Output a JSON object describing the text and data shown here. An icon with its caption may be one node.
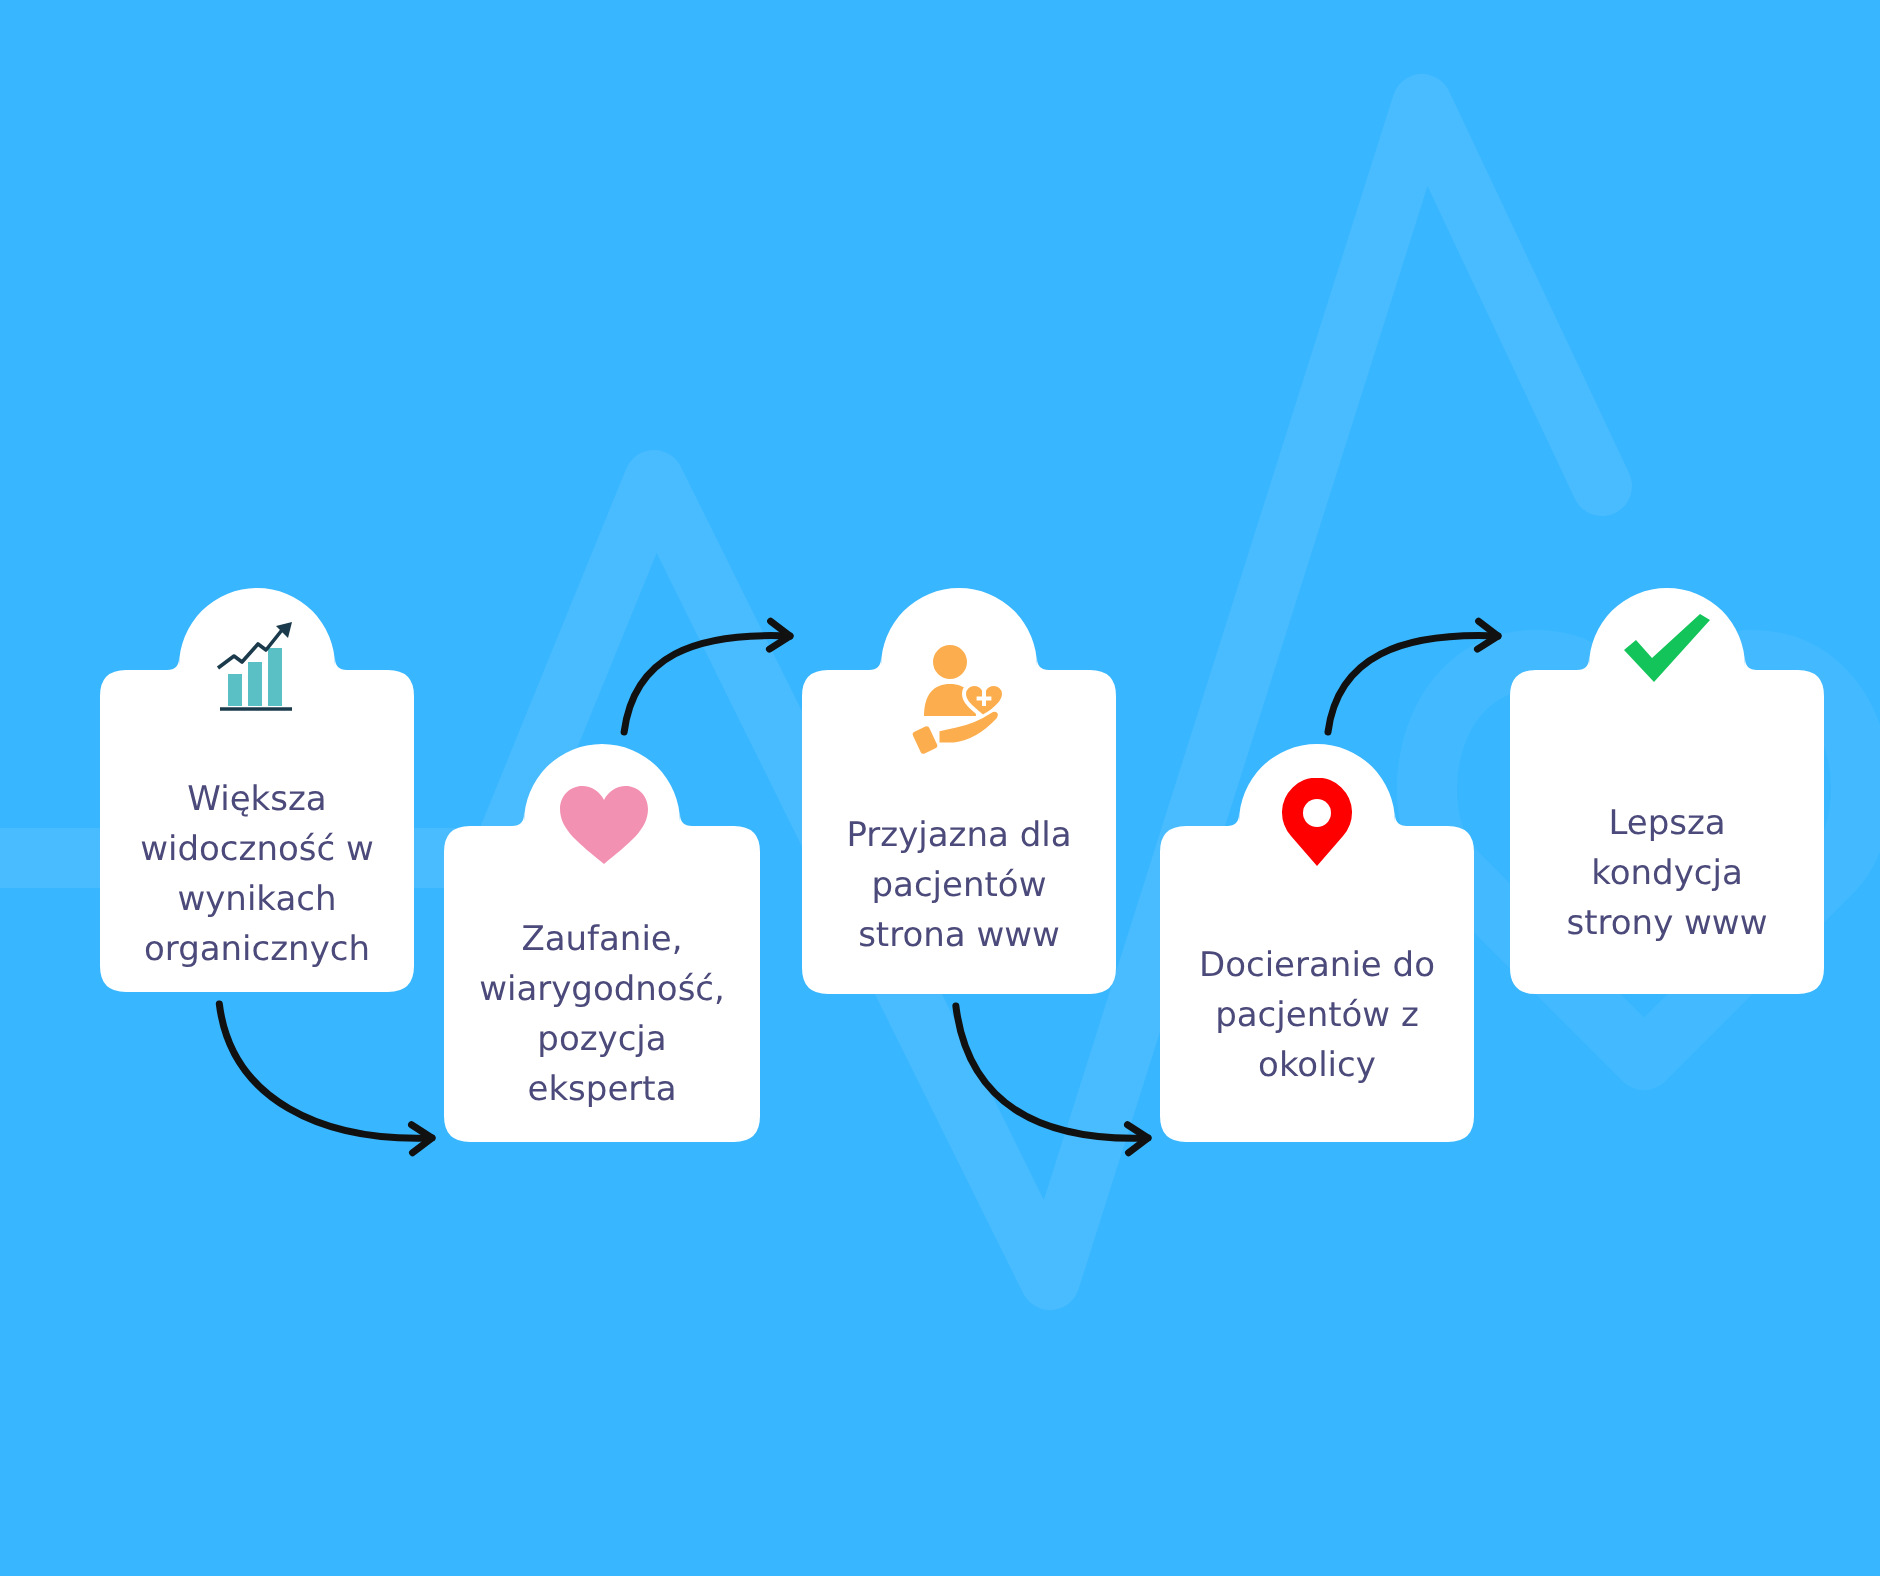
{
  "diagram": {
    "nodes": [
      {
        "text": [
          "Większa widoczność w wynikach organicznych"
        ]
      },
      {
        "text": [
          "Zaufanie, wiarygodność, pozycja eksperta"
        ]
      },
      {
        "text": [
          "Przyjazna dla pacjentów strona www"
        ]
      },
      {
        "text": [
          "Docieranie do pacjentów z okolicy"
        ]
      },
      {
        "text": [
          "Lepsza kondycja strony www"
        ]
      }
    ],
    "edges": [
      {
        "from": 0,
        "to": 1,
        "arrow": "to"
      },
      {
        "from": 1,
        "to": 2,
        "arrow": "to"
      },
      {
        "from": 2,
        "to": 3,
        "arrow": "to"
      },
      {
        "from": 3,
        "to": 4,
        "arrow": "to"
      }
    ]
  }
}
